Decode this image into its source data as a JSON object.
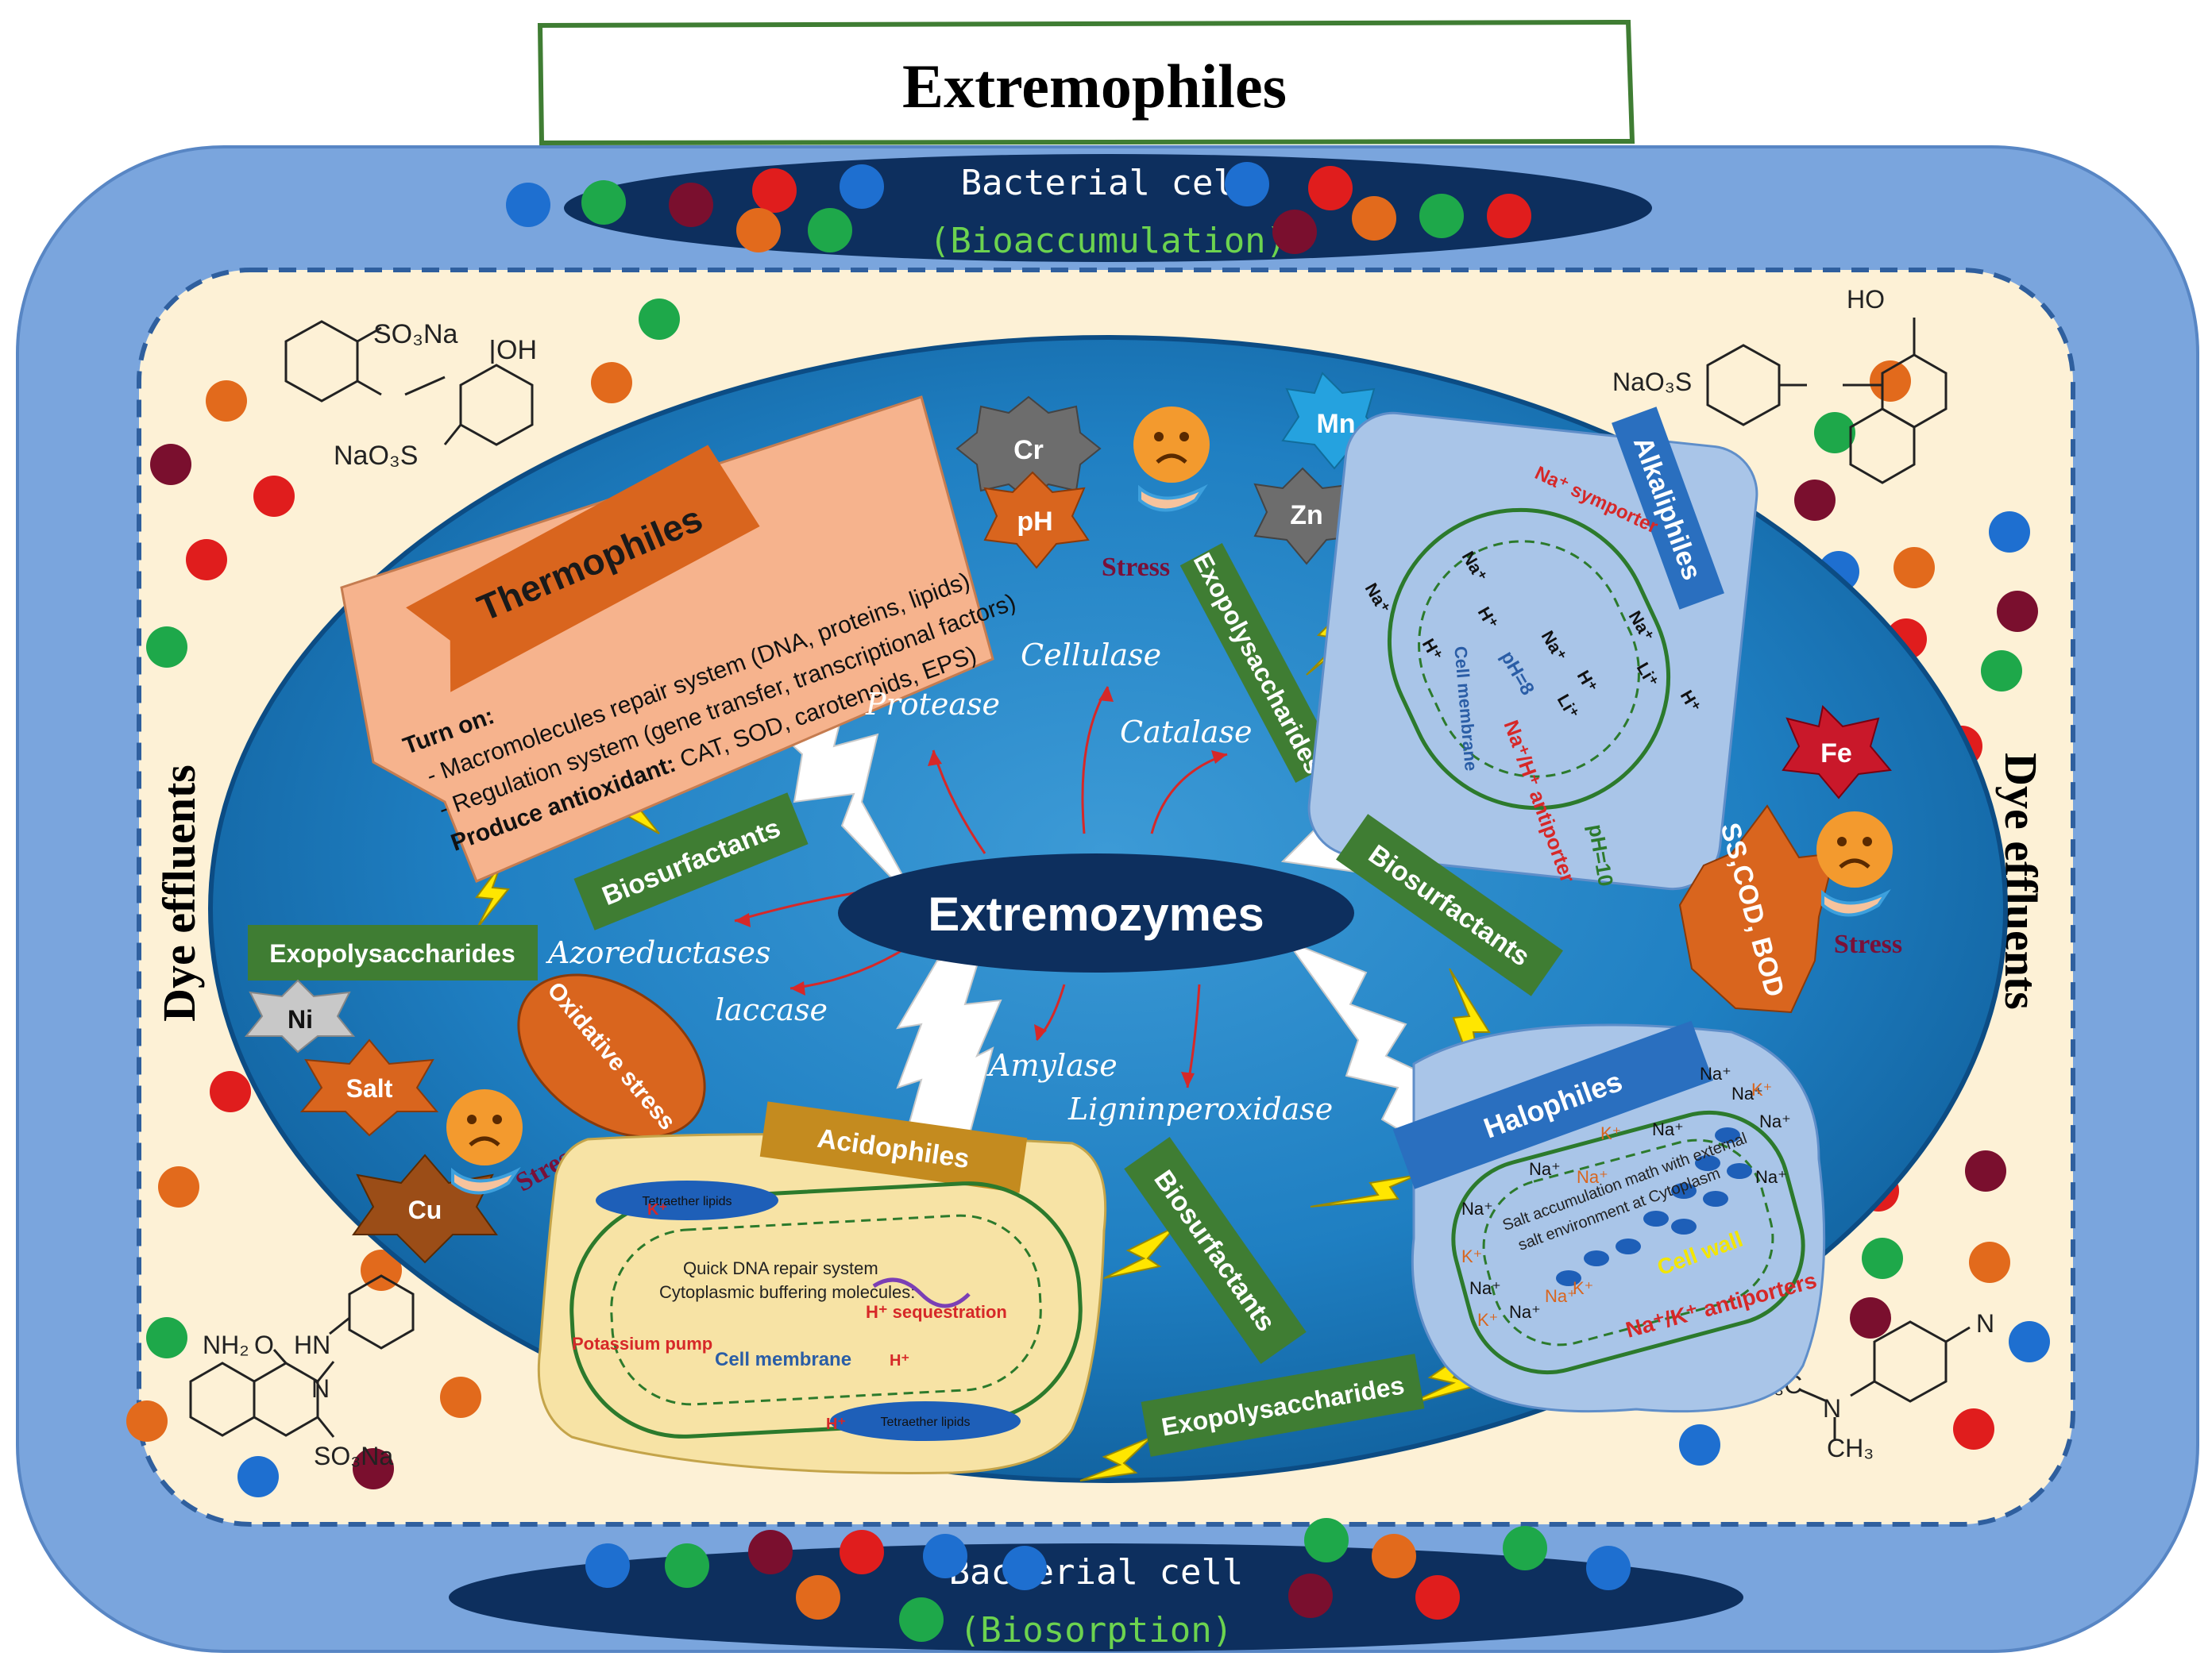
{
  "title": "Extremophiles",
  "top_cell": {
    "label": "Bacterial cell",
    "process": "(Bioaccumulation)"
  },
  "bottom_cell": {
    "label": "Bacterial cell",
    "process": "(Biosorption)"
  },
  "side_labels": {
    "left": "Dye effluents",
    "right": "Dye effluents"
  },
  "center": {
    "label": "Extremozymes"
  },
  "enzymes": {
    "protease": "Protease",
    "cellulase": "Cellulase",
    "catalase": "Catalase",
    "azoreductases": "Azoreductases",
    "laccase": "laccase",
    "amylase": "Amylase",
    "ligninperoxidase": "Ligninperoxidase"
  },
  "thermophiles": {
    "title": "Thermophiles",
    "turn_on": "Turn on:",
    "line1": "- Macromolecules repair system (DNA, proteins, lipids)",
    "line2": "- Regulation system (gene transfer, transcriptional factors)",
    "line3_bold": "Produce antioxidant:",
    "line3_rest": " CAT, SOD, carotenoids, EPS)"
  },
  "alkaliphiles": {
    "title": "Alkaliphiles",
    "symporter": "Na⁺ symporter",
    "antiporter": "Na⁺/H⁺ antiporter",
    "membrane": "Cell membrane",
    "ph_in": "pH=8",
    "ph_out": "pH=10",
    "ions": {
      "na": "Na⁺",
      "h": "H⁺",
      "li": "Li⁺"
    }
  },
  "halophiles": {
    "title": "Halophiles",
    "note1": "Salt accumulation math with external",
    "note2": "salt environment at Cytoplasm",
    "cell_wall": "Cell wall",
    "antiporters": "Na⁺/K⁺ antiporters",
    "ions": {
      "na": "Na⁺",
      "k": "K⁺"
    }
  },
  "acidophiles": {
    "title": "Acidophiles",
    "tetraether_top": "Tetraether lipids",
    "tetraether_bottom": "Tetraether lipids",
    "dna_repair": "Quick DNA repair system",
    "buffering": "Cytoplasmic buffering molecules:",
    "sequestration": "H⁺ sequestration",
    "pump": "Potassium pump",
    "membrane": "Cell membrane",
    "ions": {
      "k": "K⁺",
      "h": "H⁺"
    }
  },
  "labels": {
    "exopolysaccharides": "Exopolysaccharides",
    "biosurfactants": "Biosurfactants",
    "stress": "Stress",
    "oxidative_stress": "Oxidative stress",
    "ss_cod_bod": "SS,COD, BOD"
  },
  "stressors": {
    "cr": "Cr",
    "mn": "Mn",
    "ph": "pH",
    "zn": "Zn",
    "fe": "Fe",
    "ni": "Ni",
    "salt": "Salt",
    "cu": "Cu"
  },
  "molecules": {
    "m1_so3na": "SO₃Na",
    "m1_oh": "OH",
    "m1_naso3s": "NaO₃S",
    "m2_naso3s": "NaO₃S",
    "m2_ho": "HO",
    "m3_nh2": "NH₂",
    "m3_o": "O",
    "m3_hn": "HN",
    "m3_n": "N",
    "m3_so3na": "SO₃Na",
    "m4_h3c": "H₃C",
    "m4_n": "N",
    "m4_ch3": "CH₃",
    "m4_n2": "N"
  },
  "colors": {
    "outer": "#7aa5dd",
    "inner_bg": "#fdf1d6",
    "ellipse": "#1b74b8",
    "dark_navy": "#0d2f5e",
    "green_label": "#3f7d33",
    "orange": "#d9651e",
    "peach": "#f6b38d",
    "panel_blue": "#a9c5e8",
    "acid_panel": "#f7e3a5"
  }
}
